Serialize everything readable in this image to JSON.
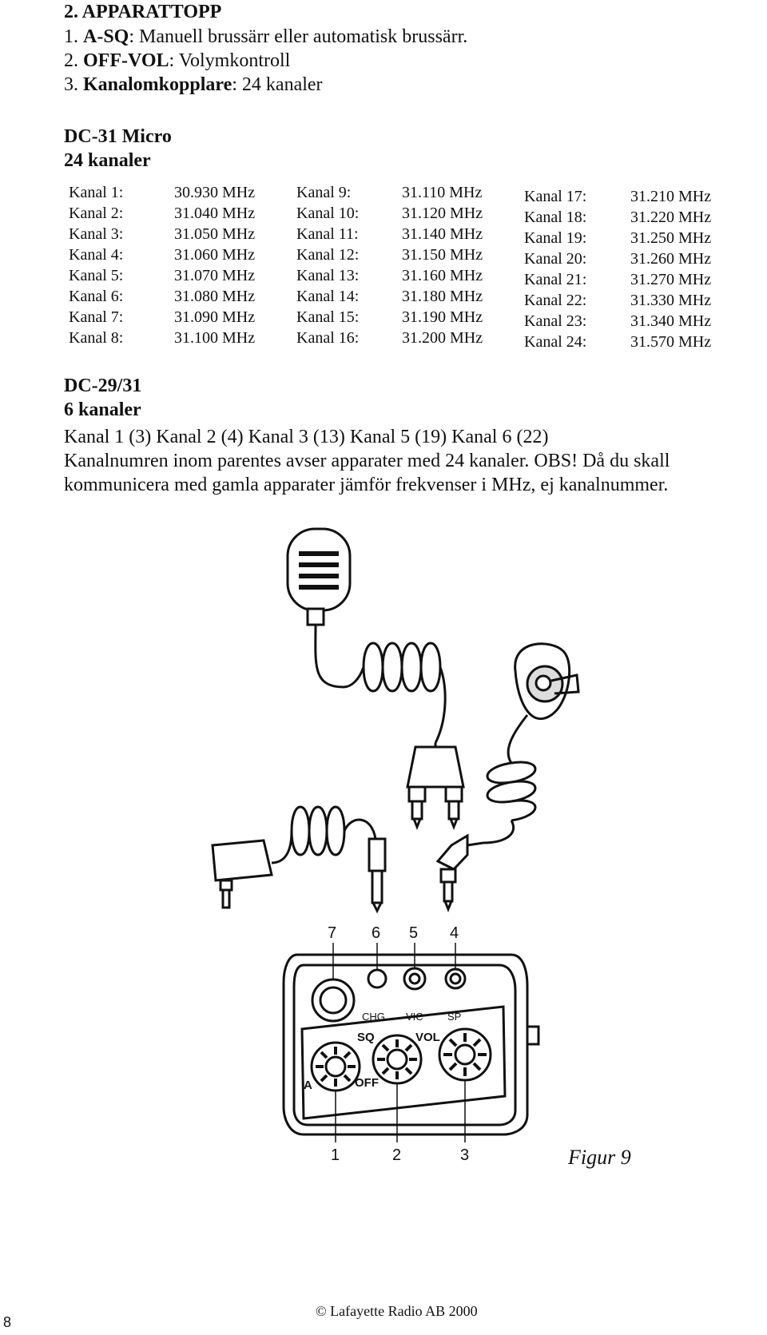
{
  "section_heading": "2. APPARATTOPP",
  "controls": [
    {
      "num": "1.",
      "label": "A-SQ",
      "desc": ": Manuell brussärr eller automatisk brussärr."
    },
    {
      "num": "2.",
      "label": "OFF-VOL",
      "desc": ": Volymkontroll"
    },
    {
      "num": "3.",
      "label": "Kanalomkopplare",
      "desc": ": 24 kanaler"
    }
  ],
  "model1": {
    "name": "DC-31 Micro",
    "channels": "24 kanaler"
  },
  "channel_table": [
    [
      {
        "name": "Kanal 1:",
        "freq": "30.930 MHz"
      },
      {
        "name": "Kanal 2:",
        "freq": "31.040 MHz"
      },
      {
        "name": "Kanal 3:",
        "freq": "31.050 MHz"
      },
      {
        "name": "Kanal 4:",
        "freq": "31.060 MHz"
      },
      {
        "name": "Kanal 5:",
        "freq": "31.070 MHz"
      },
      {
        "name": "Kanal 6:",
        "freq": "31.080 MHz"
      },
      {
        "name": "Kanal 7:",
        "freq": "31.090 MHz"
      },
      {
        "name": "Kanal 8:",
        "freq": "31.100 MHz"
      }
    ],
    [
      {
        "name": "Kanal 9:",
        "freq": "31.110 MHz"
      },
      {
        "name": "Kanal 10:",
        "freq": "31.120 MHz"
      },
      {
        "name": "Kanal 11:",
        "freq": "31.140 MHz"
      },
      {
        "name": "Kanal 12:",
        "freq": "31.150 MHz"
      },
      {
        "name": "Kanal 13:",
        "freq": "31.160 MHz"
      },
      {
        "name": "Kanal 14:",
        "freq": "31.180 MHz"
      },
      {
        "name": "Kanal 15:",
        "freq": "31.190 MHz"
      },
      {
        "name": "Kanal 16:",
        "freq": "31.200 MHz"
      }
    ],
    [
      {
        "name": "Kanal 17:",
        "freq": "31.210 MHz"
      },
      {
        "name": "Kanal 18:",
        "freq": "31.220 MHz"
      },
      {
        "name": "Kanal 19:",
        "freq": "31.250 MHz"
      },
      {
        "name": "Kanal 20:",
        "freq": "31.260 MHz"
      },
      {
        "name": "Kanal 21:",
        "freq": "31.270 MHz"
      },
      {
        "name": "Kanal 22:",
        "freq": "31.330 MHz"
      },
      {
        "name": "Kanal 23:",
        "freq": "31.340 MHz"
      },
      {
        "name": "Kanal 24:",
        "freq": "31.570 MHz"
      }
    ]
  ],
  "model2": {
    "name": "DC-29/31",
    "channels": "6 kanaler"
  },
  "model2_mapping": "Kanal 1 (3) Kanal 2 (4) Kanal 3 (13) Kanal 5 (19) Kanal 6 (22)",
  "notes": [
    "Kanalnumren inom parentes avser apparater med 24 kanaler. OBS! Då du skall",
    "kommunicera med gamla apparater jämför frekvenser i MHz, ej kanalnummer."
  ],
  "figure": {
    "caption": "Figur 9",
    "top_callouts": [
      "7",
      "6",
      "5",
      "4"
    ],
    "bottom_callouts": [
      "1",
      "2",
      "3"
    ],
    "panel_labels": {
      "chg": "CHG",
      "vic": "VIC",
      "sp": "SP",
      "sq": "SQ",
      "vol": "VOL",
      "a": "A",
      "off": "OFF"
    }
  },
  "footer": "© Lafayette Radio AB 2000",
  "page_number": "8"
}
